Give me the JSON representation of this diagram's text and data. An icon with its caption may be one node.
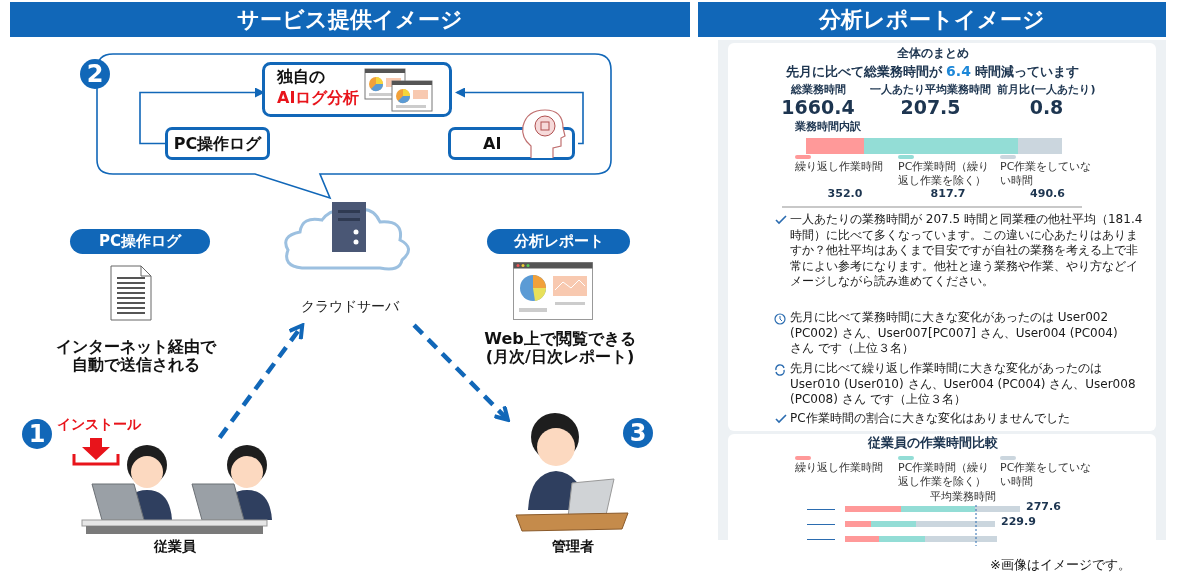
{
  "diagram": {
    "nodes": [
      {
        "text": [],
        "shape": "box"
      },
      {
        "text": [
          "独自の",
          "AIログ分析"
        ],
        "in": 0
      },
      {
        "text": [
          "PC操作ログ"
        ],
        "in": 0
      },
      {
        "text": [
          "AI"
        ],
        "in": 0
      },
      {
        "text": [
          "クラウドサーバ"
        ]
      },
      {
        "text": [
          "従業員"
        ]
      },
      {
        "text": [
          "管理者"
        ]
      }
    ],
    "edges": [
      {
        "from": 2,
        "to": 1,
        "arrow": "to"
      },
      {
        "from": 3,
        "to": 1,
        "arrow": "to"
      },
      {
        "from": 5,
        "to": 4,
        "arrow": "to",
        "style": "dashed"
      },
      {
        "from": 4,
        "to": 6,
        "arrow": "to",
        "style": "dashed"
      }
    ],
    "labels": [
      "サービス提供イメージ",
      "分析レポートイメージ",
      "2",
      "PC操作ログ",
      "インターネット経由で自動で送信される",
      "分析レポート",
      "Web上で閲覧できる(月次/日次レポート)",
      "1",
      "インストール",
      "3",
      "全体のまとめ",
      "先月に比べて総業務時間が **6.4** 時間減っています",
      "総業務時間",
      "1660.4",
      "一人あたり平均業務時間",
      "207.5",
      "前月比(一人あたり)",
      "0.8",
      "業務時間内訳",
      "繰り返し作業時間",
      "PC作業時間（繰り返し作業を除く）",
      "PC作業をしていない時間",
      "352.0",
      "817.7",
      "490.6",
      "一人あたりの業務時間が 207.5 時間と同業種の他社平均（181.4 時間）に比べて多くなっています。この違いに心あたりはありますか？他社平均はあくまで目安ですが自社の業務を考える上で非常によい参考になります。他社と違う業務や作業、やり方などイメージしながら読み進めてください。",
      "先月に比べて業務時間に大きな変化があったのは User002 (PC002) さん、User007[PC007] さん、User004 (PC004) さん です（上位３名）",
      "先月に比べて繰り返し作業時間に大きな変化があったのは User010 (User010) さん、User004 (PC004) さん、User008 (PC008) さん です（上位３名）",
      "PC作業時間の割合に大きな変化はありませんでした",
      "従業員の作業時間比較",
      "繰り返し作業時間",
      "PC作業時間（繰り返し作業を除く）",
      "PC作業をしていない時間",
      "平均業務時間",
      "277.6",
      "229.9",
      "※画像はイメージです。"
    ]
  }
}
